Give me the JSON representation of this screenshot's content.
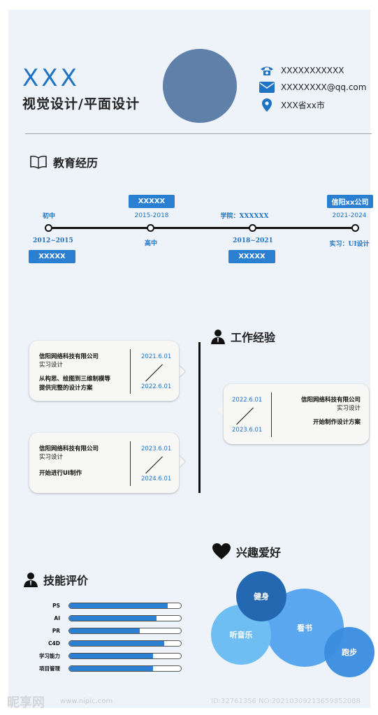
{
  "header": {
    "name": "XXX",
    "subtitle": "视觉设计/平面设计",
    "phone": "XXXXXXXXXXX",
    "email": "XXXXXXXX@qq.com",
    "address": "XXX省xx市"
  },
  "education": {
    "title": "教育经历",
    "above_labels": [
      "初中",
      "2015-2018",
      "学院：XXXXXX",
      "2021-2024"
    ],
    "below_labels": [
      "2012~2015",
      "高中",
      "2018~2021",
      "实习：UI设计"
    ],
    "boxes_top": [
      "XXXXX",
      "信阳xx公司"
    ],
    "boxes_bottom": [
      "XXXXX",
      "XXXXX"
    ]
  },
  "work": {
    "title": "工作经验",
    "cards": [
      {
        "company": "信阳网络科技有限公司",
        "role": "实习设计",
        "desc1": "从构思、绘图到三维制模等",
        "desc2": "提供完整的设计方案",
        "start": "2021.6.01",
        "end": "2022.6.01"
      },
      {
        "company": "信阳网络科技有限公司",
        "role": "实习设计",
        "desc1": "开始制作设计方案",
        "start": "2022.6.01",
        "end": "2023.6.01"
      },
      {
        "company": "信阳网络科技有限公司",
        "role": "实习设计",
        "desc1": "开始进行UI制作",
        "start": "2023.6.01",
        "end": "2024.6.01"
      }
    ]
  },
  "hobbies": {
    "title": "兴趣爱好",
    "items": [
      "健身",
      "看书",
      "听音乐",
      "跑步"
    ]
  },
  "skills": {
    "title": "技能评价",
    "items": [
      {
        "label": "PS",
        "level": 0.88
      },
      {
        "label": "AI",
        "level": 0.78
      },
      {
        "label": "PR",
        "level": 0.63
      },
      {
        "label": "C4D",
        "level": 0.85
      },
      {
        "label": "学习能力",
        "level": 0.75
      },
      {
        "label": "项目管理",
        "level": 0.75
      }
    ]
  },
  "watermark": {
    "logo": "昵享网",
    "site": "www.nipic.com",
    "id_text": "ID:32761356 NO:20210309213659852088"
  },
  "colors": {
    "accent": "#1f73c4",
    "photo": "#5f80a8",
    "background": "#eef3fa"
  }
}
